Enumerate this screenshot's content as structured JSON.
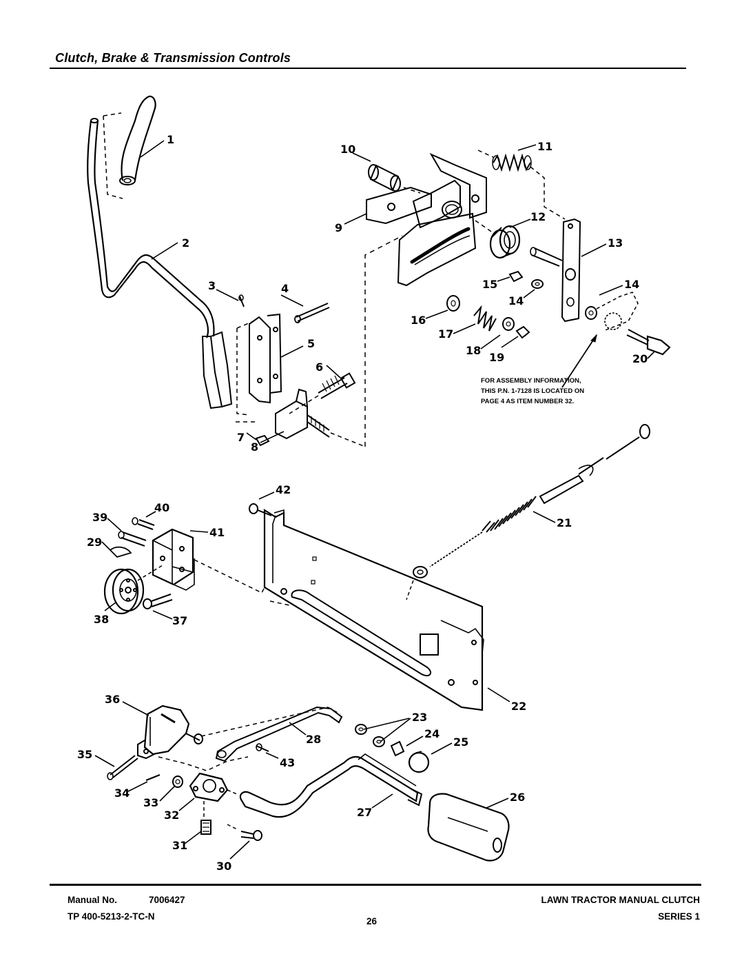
{
  "page": {
    "title": "Clutch, Brake & Transmission Controls"
  },
  "diagram": {
    "callouts": [
      "1",
      "2",
      "3",
      "4",
      "5",
      "6",
      "7",
      "8",
      "9",
      "10",
      "11",
      "12",
      "13",
      "14",
      "15",
      "14",
      "16",
      "17",
      "18",
      "19",
      "20",
      "21",
      "22",
      "23",
      "24",
      "25",
      "26",
      "27",
      "28",
      "29",
      "30",
      "31",
      "32",
      "33",
      "34",
      "35",
      "36",
      "37",
      "38",
      "39",
      "40",
      "41",
      "42",
      "43"
    ],
    "note_lines": [
      "FOR ASSEMBLY INFORMATION,",
      "THIS P.N. 1-7128 IS LOCATED ON",
      "PAGE 4 AS ITEM NUMBER 32."
    ]
  },
  "footer": {
    "manual_label": "Manual No.",
    "manual_number": "7006427",
    "tp_number": "TP 400-5213-2-TC-N",
    "page_number": "26",
    "product": "LAWN TRACTOR MANUAL CLUTCH",
    "series": "SERIES 1"
  }
}
